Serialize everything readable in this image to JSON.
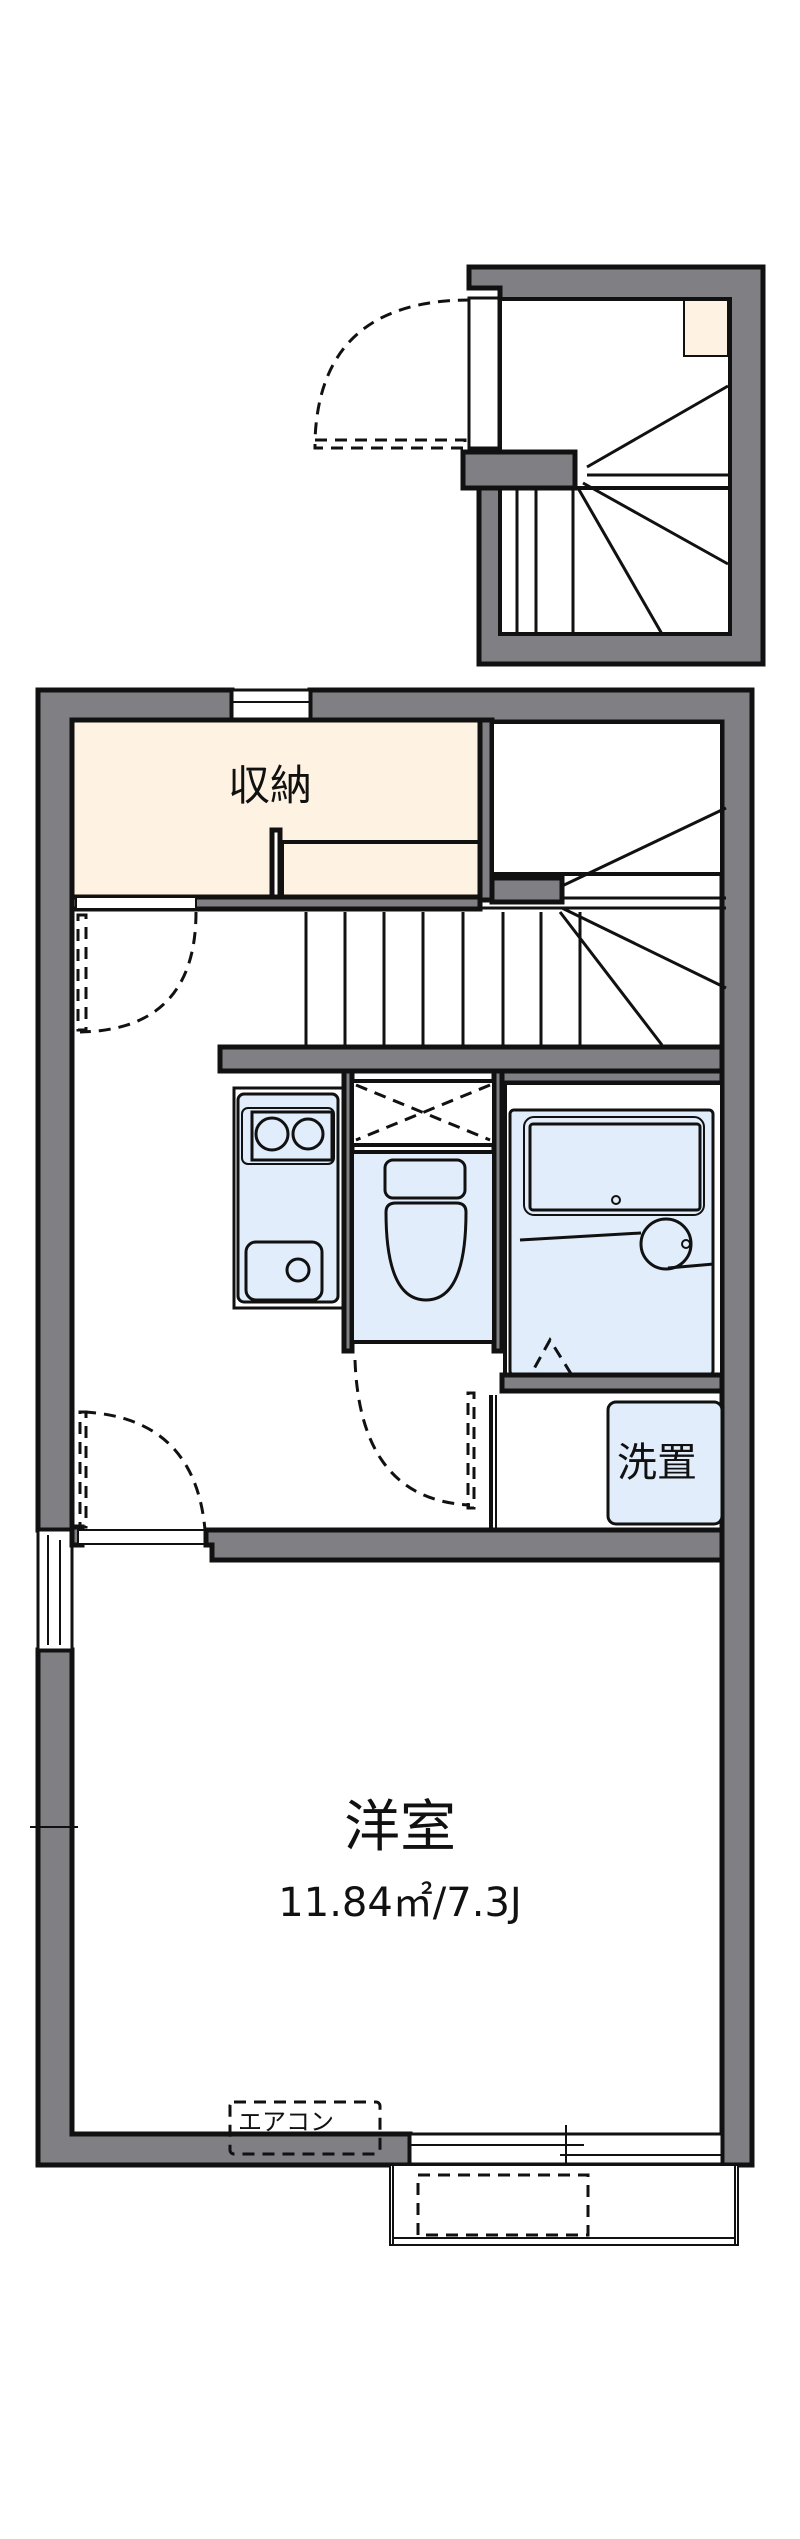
{
  "floorplan": {
    "rooms": {
      "storage": {
        "label": "収納",
        "fill": "#fef3e2"
      },
      "western_room": {
        "label": "洋室",
        "area": "11.84㎡/7.3J"
      },
      "washer_space": {
        "label": "洗置",
        "fill": "#e2edfb"
      },
      "air_conditioner": {
        "label": "エアコン"
      }
    },
    "fixtures": [
      "kitchen-stove",
      "kitchen-sink",
      "toilet",
      "bathtub",
      "washbasin",
      "staircase-upper",
      "staircase-lower",
      "balcony"
    ],
    "colors": {
      "wall": "#807f84",
      "storage": "#fef3e2",
      "wet_area": "#e2edfb",
      "line": "#111111"
    }
  }
}
